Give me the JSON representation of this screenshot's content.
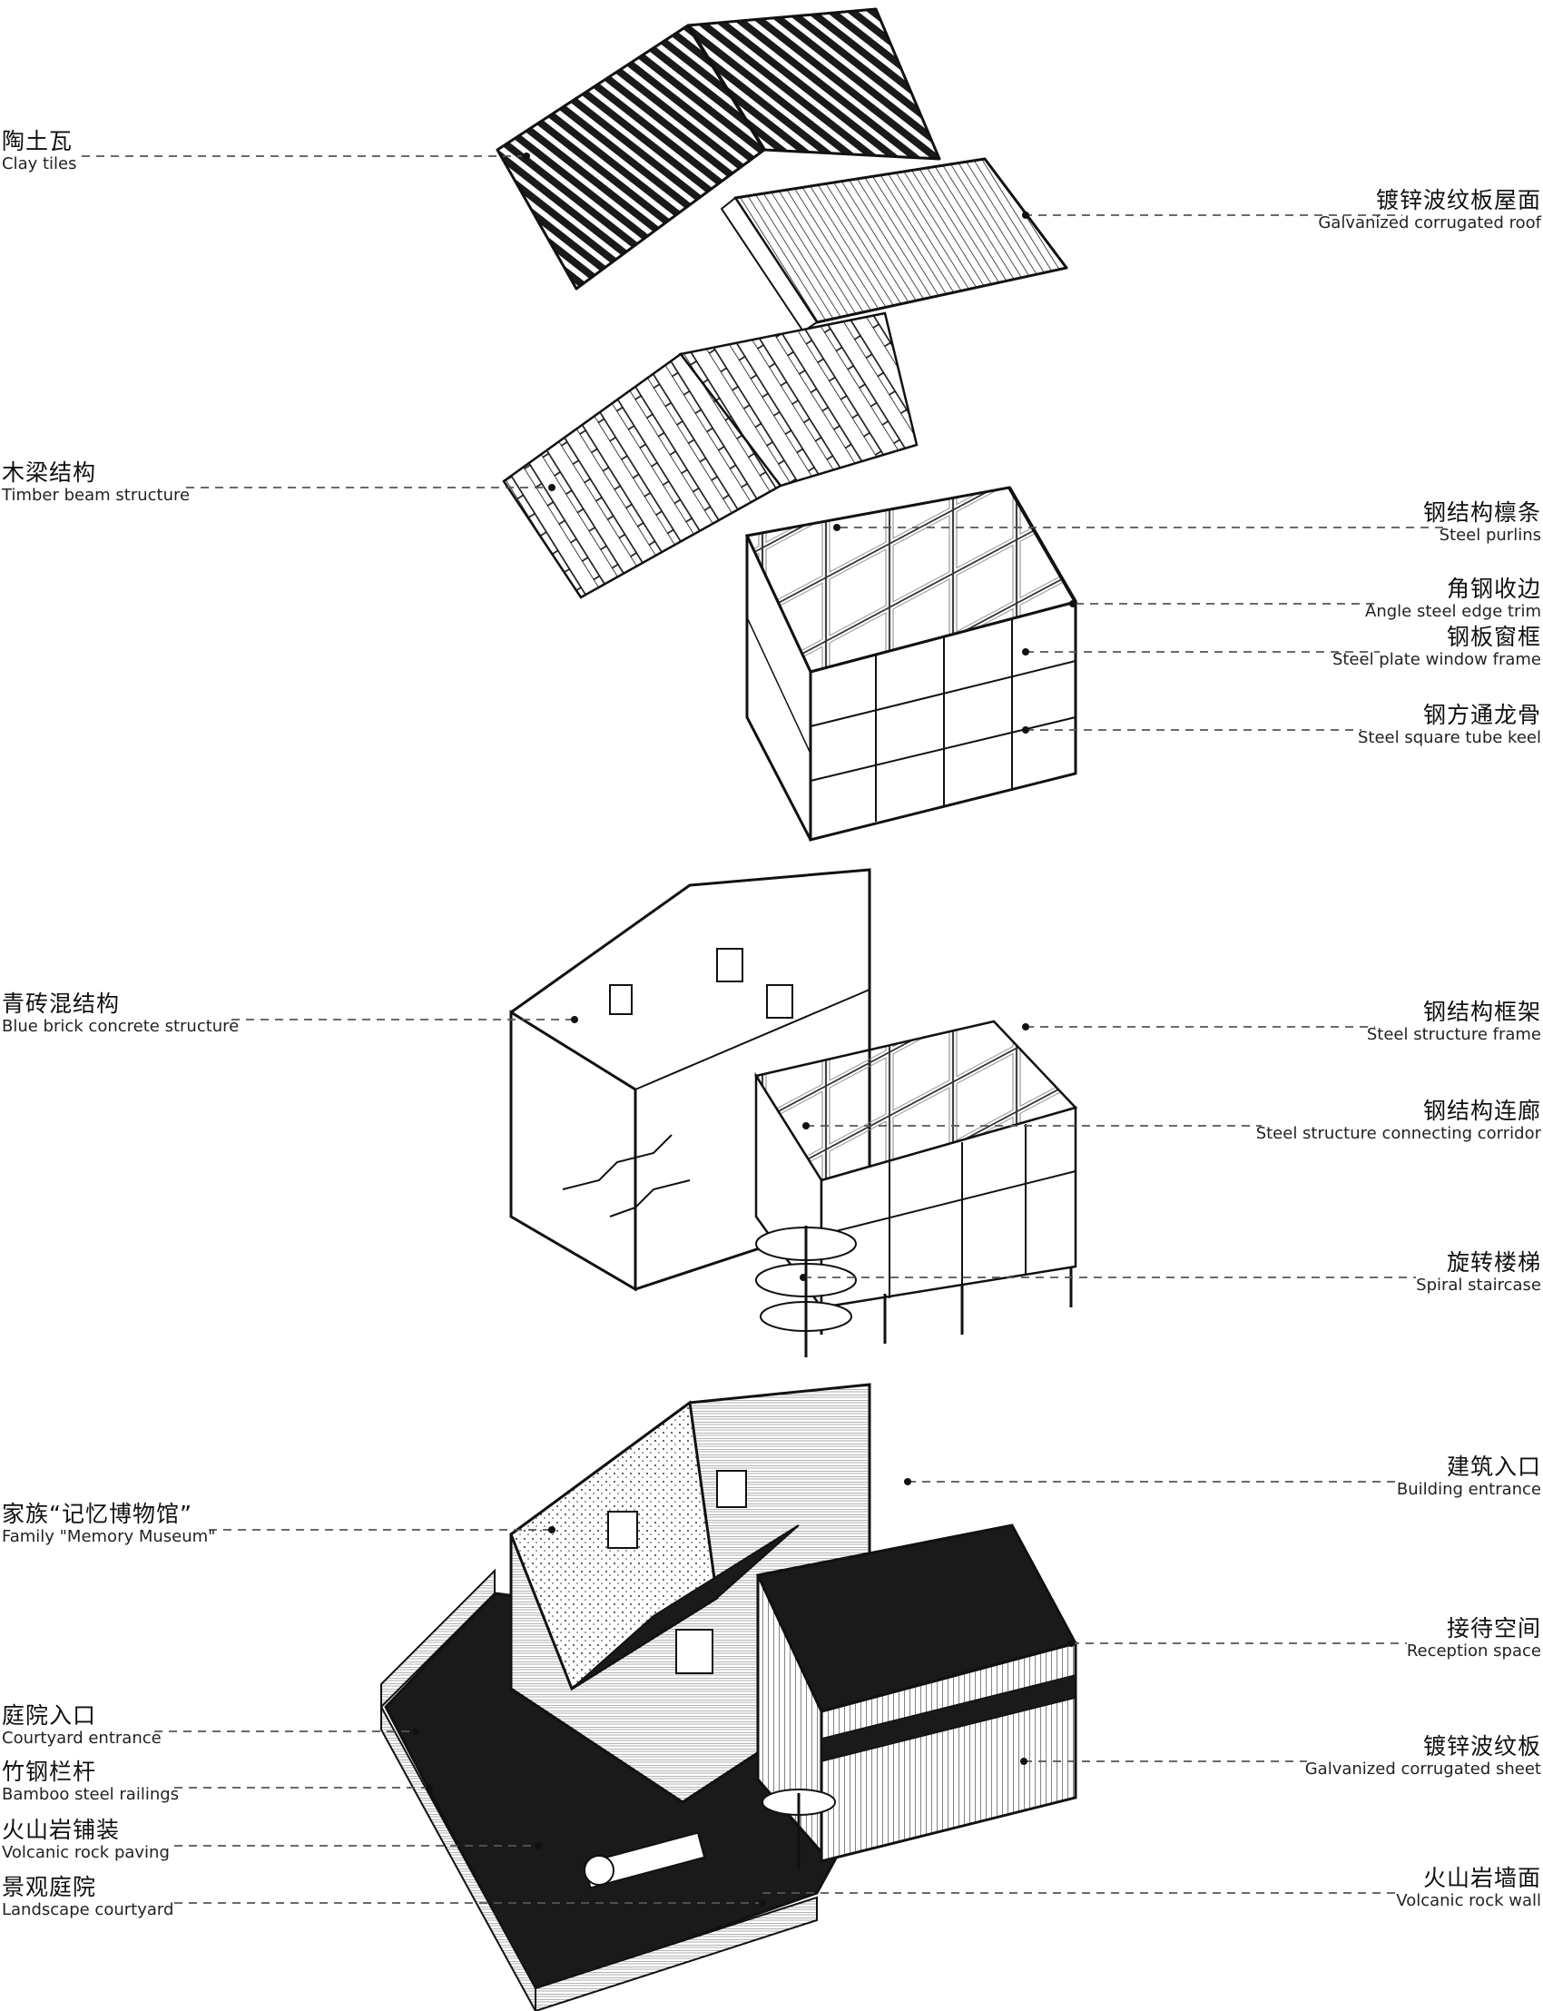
{
  "labels": {
    "clay_tiles": {
      "zh": "陶土瓦",
      "en": "Clay tiles"
    },
    "galvanized_roof": {
      "zh": "镀锌波纹板屋面",
      "en": "Galvanized corrugated roof"
    },
    "timber_beam": {
      "zh": "木梁结构",
      "en": "Timber beam structure"
    },
    "steel_purlins": {
      "zh": "钢结构檩条",
      "en": "Steel purlins"
    },
    "angle_steel": {
      "zh": "角钢收边",
      "en": "Angle steel edge trim"
    },
    "window_frame": {
      "zh": "钢板窗框",
      "en": "Steel plate window frame"
    },
    "tube_keel": {
      "zh": "钢方通龙骨",
      "en": "Steel square tube keel"
    },
    "blue_brick": {
      "zh": "青砖混结构",
      "en": "Blue brick concrete structure"
    },
    "steel_frame": {
      "zh": "钢结构框架",
      "en": "Steel structure frame"
    },
    "steel_corridor": {
      "zh": "钢结构连廊",
      "en": "Steel structure connecting corridor"
    },
    "spiral_stair": {
      "zh": "旋转楼梯",
      "en": "Spiral staircase"
    },
    "memory_museum": {
      "zh": "家族“记忆博物馆”",
      "en": "Family \"Memory Museum\""
    },
    "building_entrance": {
      "zh": "建筑入口",
      "en": "Building entrance"
    },
    "reception": {
      "zh": "接待空间",
      "en": "Reception space"
    },
    "courtyard_entrance": {
      "zh": "庭院入口",
      "en": "Courtyard entrance"
    },
    "galvanized_sheet": {
      "zh": "镀锌波纹板",
      "en": "Galvanized corrugated sheet"
    },
    "bamboo_rail": {
      "zh": "竹钢栏杆",
      "en": "Bamboo steel railings"
    },
    "volcanic_paving": {
      "zh": "火山岩铺装",
      "en": "Volcanic rock paving"
    },
    "landscape_court": {
      "zh": "景观庭院",
      "en": "Landscape courtyard"
    },
    "volcanic_wall": {
      "zh": "火山岩墙面",
      "en": "Volcanic rock wall"
    }
  },
  "colors": {
    "line": "#111111",
    "leader": "#555555",
    "fill_dark": "#1a1a1a",
    "paper": "#ffffff"
  }
}
